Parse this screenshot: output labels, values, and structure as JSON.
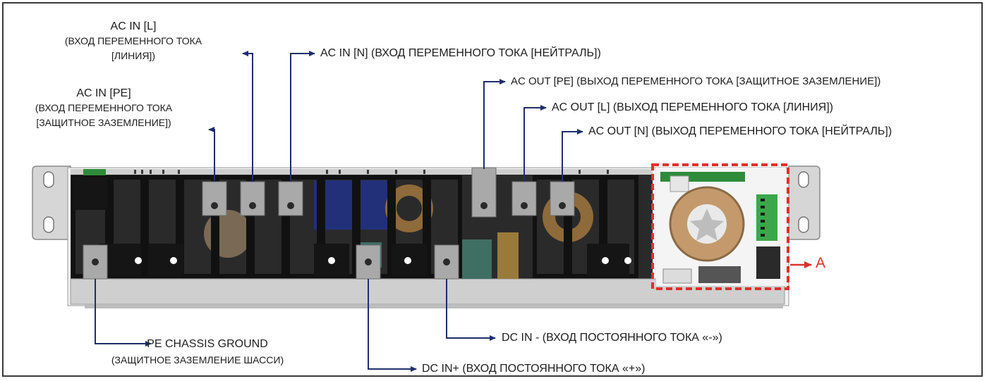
{
  "colors": {
    "leader": "#1f2f6b",
    "highlight": "#e0302a",
    "frame": "#3a3a3a",
    "chassis": "#1c1c1c",
    "terminal": "#a9a9a9",
    "toroid": "#c49a6c",
    "pcb": "#2e8b3a"
  },
  "labels": {
    "ac_in_l": {
      "line1": "AC IN [L]",
      "line2": "(ВХОД ПЕРЕМЕННОГО ТОКА",
      "line3": "[ЛИНИЯ])"
    },
    "ac_in_pe": {
      "line1": "AC IN [PE]",
      "line2": "(ВХОД ПЕРЕМЕННОГО ТОКА",
      "line3": "[ЗАЩИТНОЕ ЗАЗЕМЛЕНИЕ])"
    },
    "ac_in_n": "AC IN [N] (ВХОД ПЕРЕМЕННОГО ТОКА [НЕЙТРАЛЬ])",
    "ac_out_pe": "AC OUT [PE] (ВЫХОД ПЕРЕМЕННОГО ТОКА [ЗАЩИТНОЕ ЗАЗЕМЛЕНИЕ])",
    "ac_out_l": "AC OUT [L] (ВЫХОД ПЕРЕМЕННОГО ТОКА [ЛИНИЯ])",
    "ac_out_n": "AC OUT [N] (ВЫХОД ПЕРЕМЕННОГО ТОКА [НЕЙТРАЛЬ])",
    "pe_chassis": {
      "line1": "PE CHASSIS GROUND",
      "line2": "(ЗАЩИТНОЕ ЗАЗЕМЛЕНИЕ ШАССИ)"
    },
    "dc_in_minus": "DC IN - (ВХОД ПОСТОЯННОГО ТОКА «-»)",
    "dc_in_plus": "DC IN+ (ВХОД ПОСТОЯННОГО ТОКА «+»)",
    "area_a": "A"
  }
}
